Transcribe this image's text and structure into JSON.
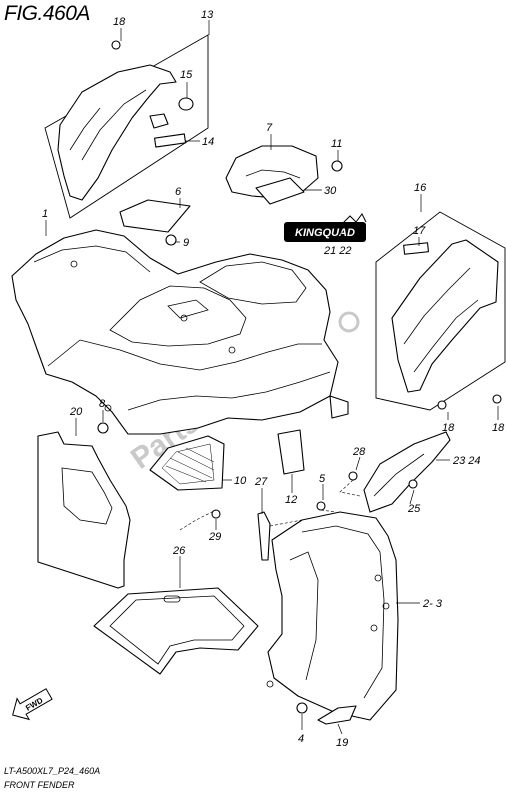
{
  "title": "FIG.460A",
  "footer": {
    "code": "LT-A500XL7_P24_460A",
    "name": "FRONT FENDER"
  },
  "badge_text": "KINGQUAD",
  "watermark": "PartsRepublik",
  "fwd_label": "FWD",
  "callouts": {
    "c1": "1",
    "c2_3": "2- 3",
    "c4": "4",
    "c5": "5",
    "c6": "6",
    "c7": "7",
    "c8": "8",
    "c9": "9",
    "c10": "10",
    "c11": "11",
    "c12": "12",
    "c13": "13",
    "c14": "14",
    "c15": "15",
    "c16": "16",
    "c17": "17",
    "c18a": "18",
    "c18b": "18",
    "c18c": "18",
    "c19": "19",
    "c20": "20",
    "c21_22": "21 22",
    "c23_24": "23 24",
    "c25": "25",
    "c26": "26",
    "c27": "27",
    "c28": "28",
    "c29": "29",
    "c30": "30"
  }
}
